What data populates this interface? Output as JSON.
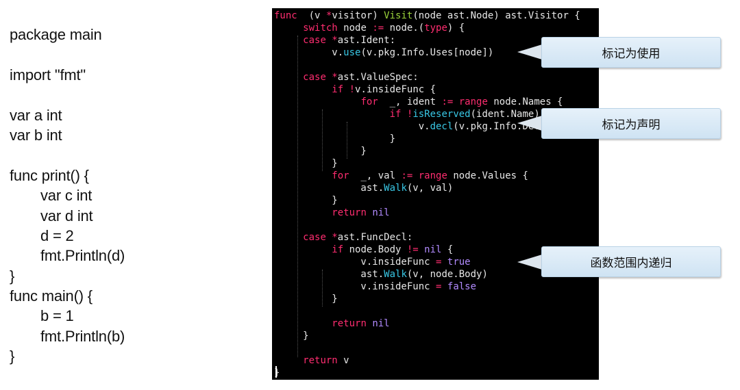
{
  "left_code": [
    {
      "text": "package main",
      "indent": false
    },
    {
      "text": "",
      "indent": false
    },
    {
      "text": "import \"fmt\"",
      "indent": false
    },
    {
      "text": "",
      "indent": false
    },
    {
      "text": "var a int",
      "indent": false
    },
    {
      "text": "var b int",
      "indent": false
    },
    {
      "text": "",
      "indent": false
    },
    {
      "text": "func print() {",
      "indent": false
    },
    {
      "text": "var c int",
      "indent": true
    },
    {
      "text": "var d int",
      "indent": true
    },
    {
      "text": "d = 2",
      "indent": true
    },
    {
      "text": "fmt.Println(d)",
      "indent": true
    },
    {
      "text": "}",
      "indent": false
    },
    {
      "text": "func main() {",
      "indent": false
    },
    {
      "text": "b = 1",
      "indent": true
    },
    {
      "text": "fmt.Println(b)",
      "indent": true
    },
    {
      "text": "}",
      "indent": false
    }
  ],
  "editor_code": [
    [
      [
        "k",
        "func"
      ],
      [
        "",
        "  (v "
      ],
      [
        "k",
        "*"
      ],
      [
        "",
        "visitor) "
      ],
      [
        "t",
        "Visit"
      ],
      [
        "",
        "(node ast.Node) ast.Visitor {"
      ]
    ],
    [
      [
        "",
        "     "
      ],
      [
        "k",
        "switch"
      ],
      [
        "",
        " node "
      ],
      [
        "k",
        ":="
      ],
      [
        "",
        " node.("
      ],
      [
        "k",
        "type"
      ],
      [
        "",
        ") {"
      ]
    ],
    [
      [
        "",
        "     "
      ],
      [
        "k",
        "case"
      ],
      [
        "",
        ""
      ],
      [
        "k",
        " *"
      ],
      [
        "",
        "ast.Ident:"
      ]
    ],
    [
      [
        "",
        "          v."
      ],
      [
        "f",
        "use"
      ],
      [
        "",
        "(v.pkg.Info.Uses[node])"
      ]
    ],
    [
      [
        "",
        ""
      ]
    ],
    [
      [
        "",
        "     "
      ],
      [
        "k",
        "case"
      ],
      [
        "k",
        " *"
      ],
      [
        "",
        "ast.ValueSpec:"
      ]
    ],
    [
      [
        "",
        "          "
      ],
      [
        "k",
        "if"
      ],
      [
        "",
        " "
      ],
      [
        "k",
        "!"
      ],
      [
        "",
        "v.insideFunc {"
      ]
    ],
    [
      [
        "",
        "               "
      ],
      [
        "k",
        "for"
      ],
      [
        "",
        "  _, ident "
      ],
      [
        "k",
        ":="
      ],
      [
        "",
        " "
      ],
      [
        "k",
        "range"
      ],
      [
        "",
        " node.Names {"
      ]
    ],
    [
      [
        "",
        "                    "
      ],
      [
        "k",
        "if"
      ],
      [
        "",
        " "
      ],
      [
        "k",
        "!"
      ],
      [
        "f",
        "isReserved"
      ],
      [
        "",
        "(ident.Name) {"
      ]
    ],
    [
      [
        "",
        "                         v."
      ],
      [
        "f",
        "decl"
      ],
      [
        "",
        "(v.pkg.Info.Defs[ident])"
      ]
    ],
    [
      [
        "",
        "                    }"
      ]
    ],
    [
      [
        "",
        "               }"
      ]
    ],
    [
      [
        "",
        "          }"
      ]
    ],
    [
      [
        "",
        "          "
      ],
      [
        "k",
        "for"
      ],
      [
        "",
        "  _, val "
      ],
      [
        "k",
        ":="
      ],
      [
        "",
        " "
      ],
      [
        "k",
        "range"
      ],
      [
        "",
        " node.Values {"
      ]
    ],
    [
      [
        "",
        "               ast."
      ],
      [
        "f",
        "Walk"
      ],
      [
        "",
        "(v, val)"
      ]
    ],
    [
      [
        "",
        "          }"
      ]
    ],
    [
      [
        "",
        "          "
      ],
      [
        "k",
        "return"
      ],
      [
        "",
        " "
      ],
      [
        "n",
        "nil"
      ]
    ],
    [
      [
        "",
        ""
      ]
    ],
    [
      [
        "",
        "     "
      ],
      [
        "k",
        "case"
      ],
      [
        "k",
        " *"
      ],
      [
        "",
        "ast.FuncDecl:"
      ]
    ],
    [
      [
        "",
        "          "
      ],
      [
        "k",
        "if"
      ],
      [
        "",
        " node.Body "
      ],
      [
        "k",
        "!="
      ],
      [
        "",
        " "
      ],
      [
        "n",
        "nil"
      ],
      [
        "",
        " {"
      ]
    ],
    [
      [
        "",
        "               v.insideFunc "
      ],
      [
        "k",
        "="
      ],
      [
        "",
        " "
      ],
      [
        "n",
        "true"
      ]
    ],
    [
      [
        "",
        "               ast."
      ],
      [
        "f",
        "Walk"
      ],
      [
        "",
        "(v, node.Body)"
      ]
    ],
    [
      [
        "",
        "               v.insideFunc "
      ],
      [
        "k",
        "="
      ],
      [
        "",
        " "
      ],
      [
        "n",
        "false"
      ]
    ],
    [
      [
        "",
        "          }"
      ]
    ],
    [
      [
        "",
        ""
      ]
    ],
    [
      [
        "",
        "          "
      ],
      [
        "k",
        "return"
      ],
      [
        "",
        " "
      ],
      [
        "n",
        "nil"
      ]
    ],
    [
      [
        "",
        "     }"
      ]
    ],
    [
      [
        "",
        ""
      ]
    ],
    [
      [
        "",
        "     "
      ],
      [
        "k",
        "return"
      ],
      [
        "",
        " v"
      ]
    ],
    [
      [
        "",
        "}"
      ]
    ]
  ],
  "callouts": [
    {
      "label": "标记为使用"
    },
    {
      "label": "标记为声明"
    },
    {
      "label": "函数范围内递归"
    }
  ]
}
